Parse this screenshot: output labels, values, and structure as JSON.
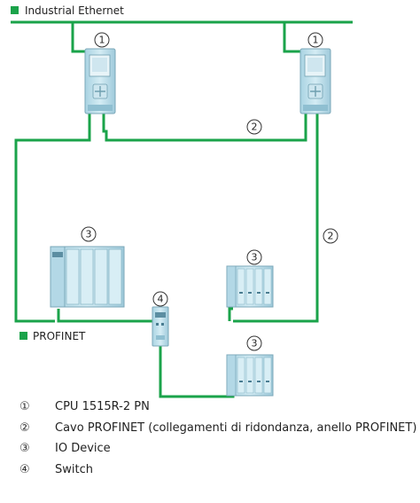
{
  "networks": {
    "industrial_ethernet": "Industrial Ethernet",
    "profinet": "PROFINET"
  },
  "callouts": {
    "cpu": "1",
    "cable": "2",
    "io_device": "3",
    "switch": "4"
  },
  "colors": {
    "network_line": "#1aa34a",
    "legend_square": "#1aa34a",
    "device_body": "#b7dbe8",
    "device_outline": "#7aa7b8"
  },
  "legend": [
    {
      "symbol": "①",
      "text": "CPU 1515R-2 PN"
    },
    {
      "symbol": "②",
      "text": "Cavo PROFINET (collegamenti di ridondanza, anello PROFINET)"
    },
    {
      "symbol": "③",
      "text": "IO Device"
    },
    {
      "symbol": "④",
      "text": "Switch"
    }
  ]
}
